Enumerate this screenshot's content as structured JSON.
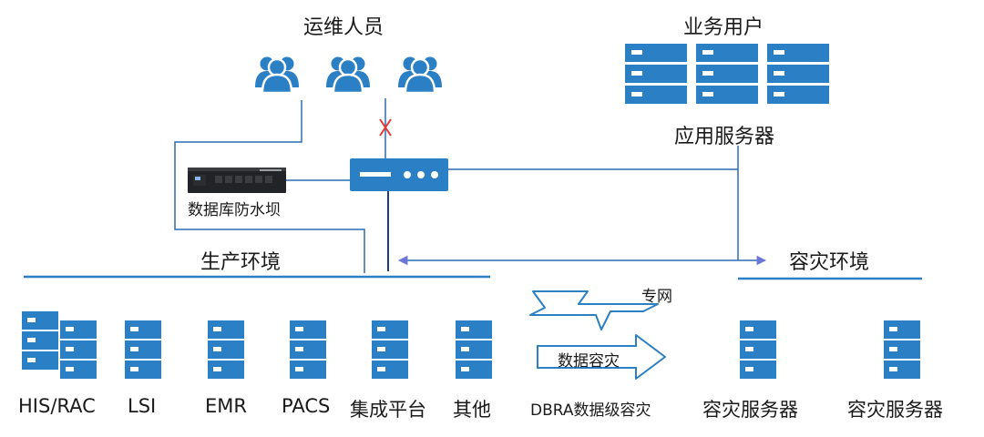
{
  "ops_staff": {
    "label": "运维人员"
  },
  "business_users": {
    "label": "业务用户"
  },
  "app_servers": {
    "label": "应用服务器"
  },
  "db_firewall": {
    "label": "数据库防水坝"
  },
  "production_env": {
    "label": "生产环境"
  },
  "dr_env": {
    "label": "容灾环境"
  },
  "private_network": {
    "label": "专网"
  },
  "data_dr": {
    "label": "数据容灾"
  },
  "dbra": {
    "label": "DBRA数据级容灾"
  },
  "prod_servers": [
    {
      "label": "HIS/RAC"
    },
    {
      "label": "LSI"
    },
    {
      "label": "EMR"
    },
    {
      "label": "PACS"
    },
    {
      "label": "集成平台"
    },
    {
      "label": "其他"
    }
  ],
  "dr_servers": [
    {
      "label": "容灾服务器"
    },
    {
      "label": "容灾服务器"
    }
  ],
  "colors": {
    "primary": "#2b7fc4",
    "line": "#2b6cb0",
    "dark_line": "#1c3f7a",
    "blocked": "#e53935",
    "arrow": "#6a75d6"
  }
}
